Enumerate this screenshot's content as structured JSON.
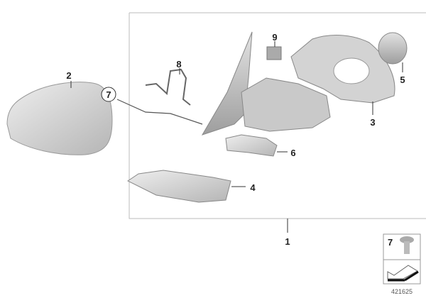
{
  "diagram": {
    "callouts": [
      {
        "id": "1",
        "label": "1"
      },
      {
        "id": "2",
        "label": "2"
      },
      {
        "id": "3",
        "label": "3"
      },
      {
        "id": "4",
        "label": "4"
      },
      {
        "id": "5",
        "label": "5"
      },
      {
        "id": "6",
        "label": "6"
      },
      {
        "id": "7",
        "label": "7"
      },
      {
        "id": "8",
        "label": "8"
      },
      {
        "id": "9",
        "label": "9"
      }
    ],
    "legend": {
      "part_label": "7"
    },
    "reference_number": "421625"
  }
}
